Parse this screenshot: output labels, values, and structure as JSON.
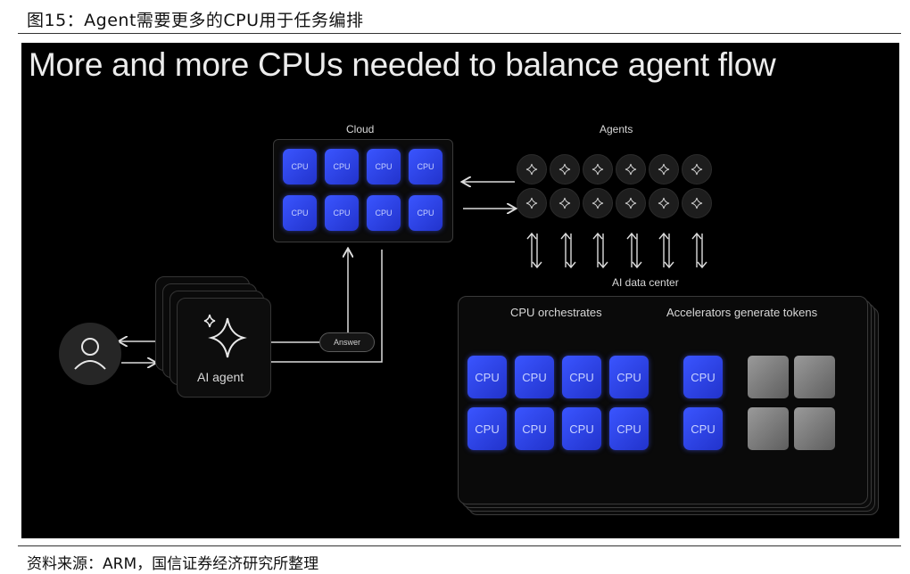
{
  "caption": "图15：Agent需要更多的CPU用于任务编排",
  "source": "资料来源：ARM，国信证券经济研究所整理",
  "slide": {
    "headline": "More and more CPUs needed to balance agent flow",
    "cloud_label": "Cloud",
    "agents_label": "Agents",
    "datacenter_label": "AI data center",
    "orchestrates_label": "CPU orchestrates",
    "accelerators_label": "Accelerators generate tokens",
    "answer_label": "Answer",
    "ai_agent_label": "AI agent",
    "cpu_label": "CPU"
  },
  "colors": {
    "background": "#000000",
    "cpu_chip": "#3a55ff",
    "accelerator_chip": "#8a8a8a"
  },
  "icons": [
    "user-icon",
    "sparkle-icon",
    "agent-node-icon"
  ]
}
